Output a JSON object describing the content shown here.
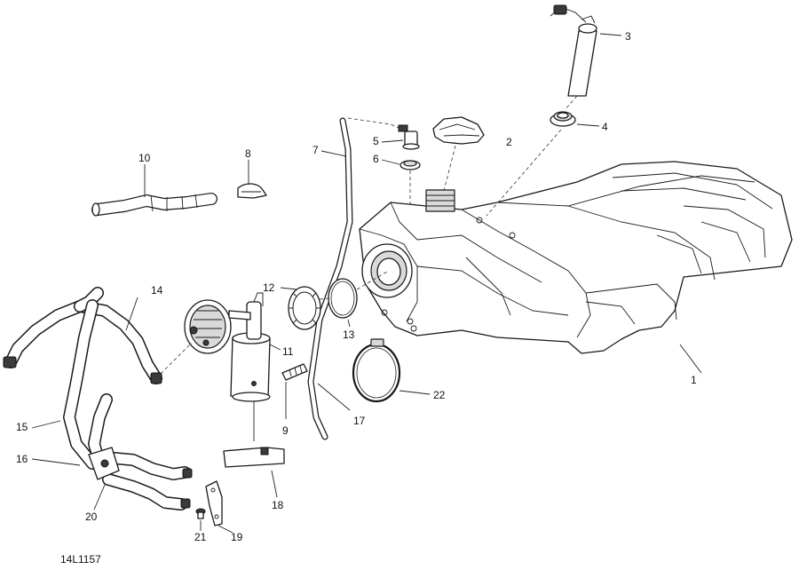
{
  "figure_code": "14L1157",
  "callouts": [
    {
      "id": "1",
      "text": "1"
    },
    {
      "id": "2",
      "text": "2"
    },
    {
      "id": "3",
      "text": "3"
    },
    {
      "id": "4",
      "text": "4"
    },
    {
      "id": "5",
      "text": "5"
    },
    {
      "id": "6",
      "text": "6"
    },
    {
      "id": "7",
      "text": "7"
    },
    {
      "id": "8",
      "text": "8"
    },
    {
      "id": "9",
      "text": "9"
    },
    {
      "id": "10",
      "text": "10"
    },
    {
      "id": "11",
      "text": "11"
    },
    {
      "id": "12",
      "text": "12"
    },
    {
      "id": "13",
      "text": "13"
    },
    {
      "id": "14",
      "text": "14"
    },
    {
      "id": "15",
      "text": "15"
    },
    {
      "id": "16",
      "text": "16"
    },
    {
      "id": "17",
      "text": "17"
    },
    {
      "id": "18",
      "text": "18"
    },
    {
      "id": "19",
      "text": "19"
    },
    {
      "id": "20",
      "text": "20"
    },
    {
      "id": "21",
      "text": "21"
    },
    {
      "id": "22",
      "text": "22"
    }
  ]
}
